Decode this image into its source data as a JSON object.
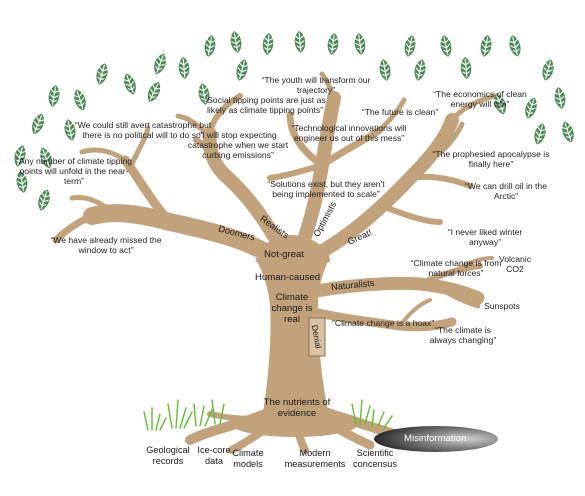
{
  "colors": {
    "trunk": "#c2a27b",
    "trunk_edge": "#a88760",
    "leaf": "#4c8a55",
    "leaf_vein": "#ffffff",
    "grass": "#5cbf2e",
    "misinfo_dark": "#1e1e1e",
    "misinfo_light": "#cfcfcf"
  },
  "icons": {
    "leaf": "leaf-icon",
    "grass": "grass-tuft"
  },
  "trunk": {
    "human_caused": "Human-caused",
    "not_great": "Not-great",
    "climate_change_is_real": "Climate change is real",
    "nutrients": "The nutrients of evidence"
  },
  "branches": {
    "doomers": "Doomers",
    "realists": "Realists",
    "optimists": "Optimists",
    "great": "Great!",
    "naturalists": "Naturalists",
    "denial": "Denial"
  },
  "quotes": {
    "could_still_avert": "“We could still avert catastrophe but there is no political will to do so”",
    "tipping_points": "“Any number of climate tipping points will unfold in the near-term”",
    "already_missed": "“We have already missed the window to act”",
    "social_tipping": "“Social tipping points are just as likely as climate tipping points”",
    "stop_expecting": "“I will stop expecting catastrophe when we start curbing emissions”",
    "youth": "“The youth will transform our trajectory”",
    "future_clean": "“The future is clean”",
    "tech_innovations": "“Technological innovations will engineer us out of this mess”",
    "solutions_exist": "“Solutions exist, but they aren't being implemented to scale”",
    "economics": "“The economics of clean energy will win”",
    "apocalypse": "“The prophesied apocalypse is finally here”",
    "drill_oil": "“We can drill oil in the Arctic”",
    "never_liked_winter": "“I never liked winter anyway”",
    "natural_forces": "“Climate change is from natural forces”",
    "hoax": "“Climate change is a hoax”",
    "always_changing": "“The climate is always changing”"
  },
  "natural_causes": {
    "volcanic": "Volcanic CO2",
    "sunspots": "Sunspots"
  },
  "roots": {
    "geological": "Geological records",
    "ice_core": "Ice-core data",
    "climate_models": "Climate models",
    "modern": "Modern measurements",
    "scientific": "Scientific concensus"
  },
  "misinformation": "Misinformation"
}
